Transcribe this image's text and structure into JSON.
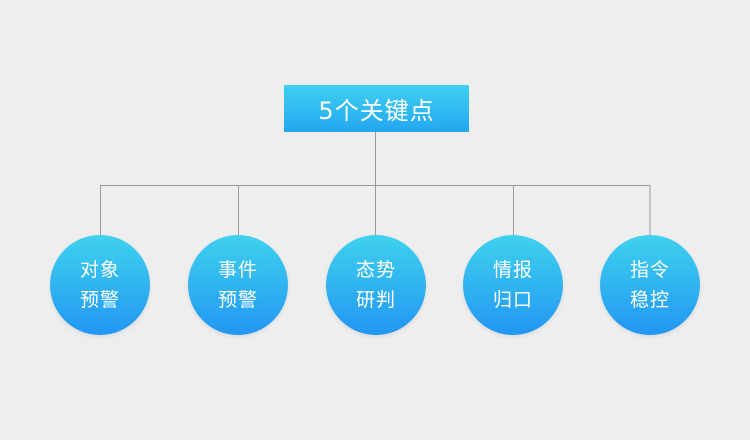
{
  "root": {
    "label": "5个关键点"
  },
  "nodes": [
    {
      "line1": "对象",
      "line2": "预警"
    },
    {
      "line1": "事件",
      "line2": "预警"
    },
    {
      "line1": "态势",
      "line2": "研判"
    },
    {
      "line1": "情报",
      "line2": "归口"
    },
    {
      "line1": "指令",
      "line2": "稳控"
    }
  ],
  "colors": {
    "background": "#eeeeee",
    "accent_top": "#3fd0f0",
    "accent_bottom": "#2296f3",
    "connector": "#9a9a9a",
    "text": "#ffffff"
  }
}
